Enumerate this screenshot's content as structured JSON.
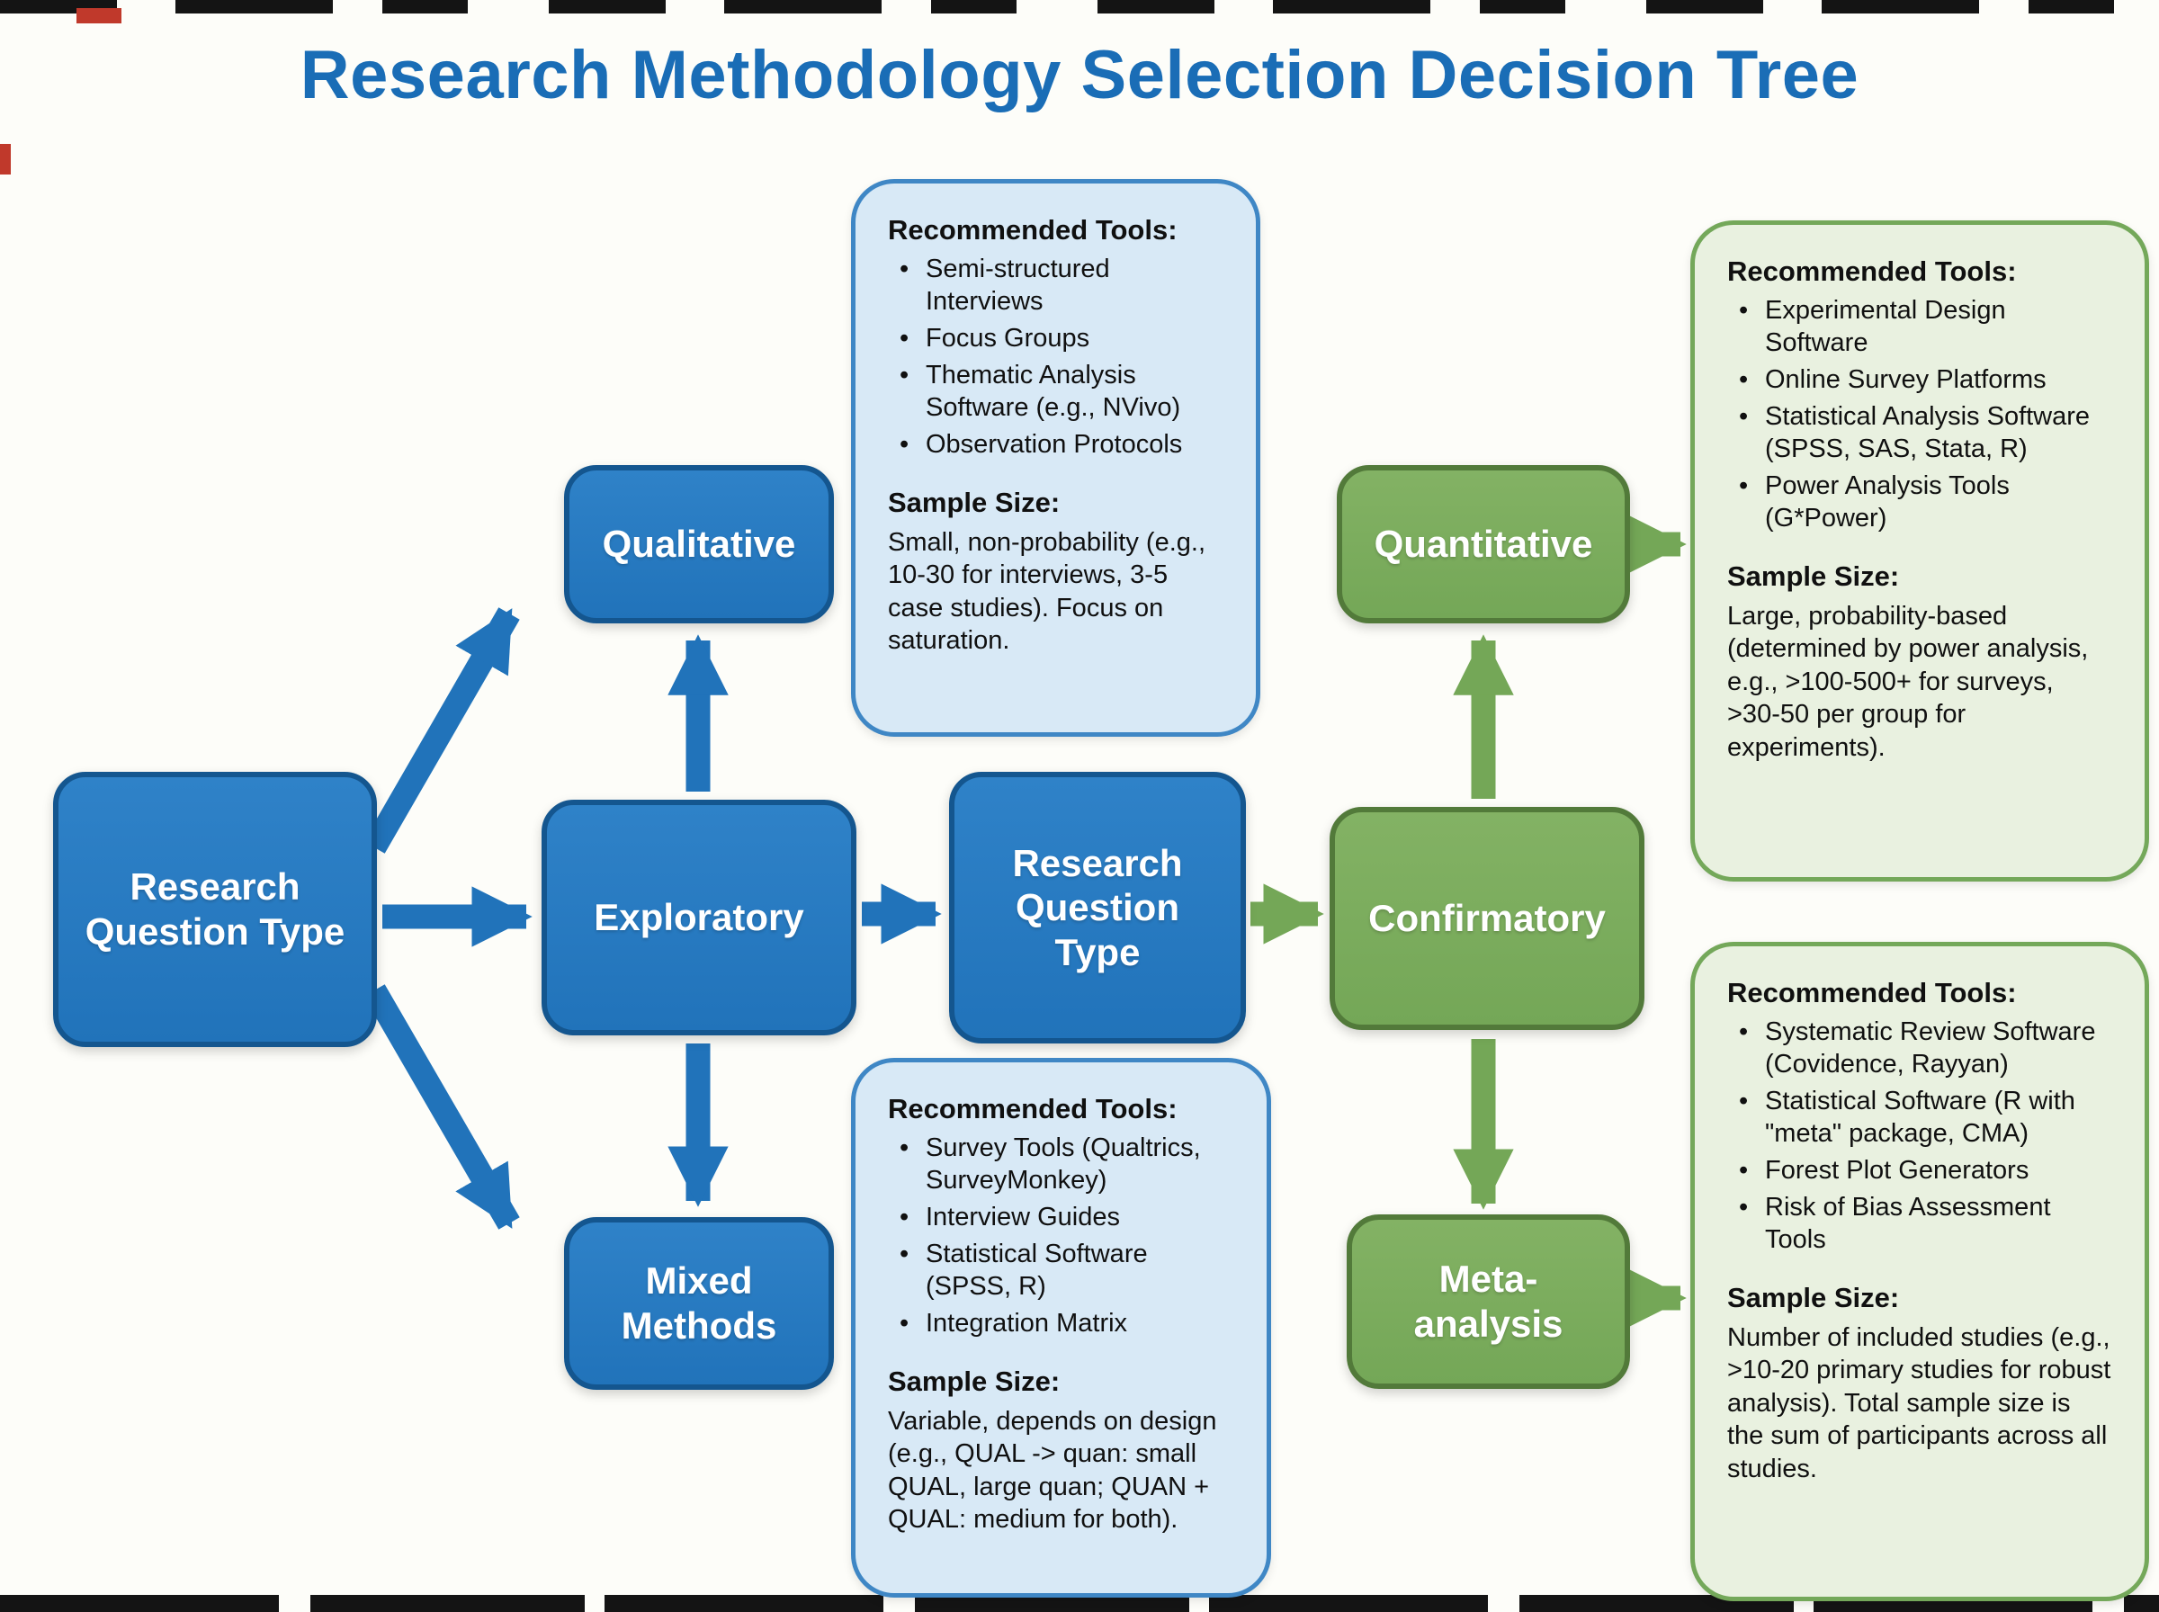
{
  "title": "Research Methodology Selection Decision Tree",
  "nodes": {
    "root": {
      "label": "Research Question Type"
    },
    "qualitative": {
      "label": "Qualitative"
    },
    "exploratory": {
      "label": "Exploratory"
    },
    "mixed_methods": {
      "label": "Mixed Methods"
    },
    "question_type_2": {
      "label": "Research Question Type"
    },
    "confirmatory": {
      "label": "Confirmatory"
    },
    "quantitative": {
      "label": "Quantitative"
    },
    "meta_analysis": {
      "label": "Meta-analysis"
    }
  },
  "info_boxes": {
    "qualitative": {
      "tools_heading": "Recommended Tools:",
      "tools": [
        "Semi-structured Interviews",
        "Focus Groups",
        "Thematic Analysis Software (e.g., NVivo)",
        "Observation Protocols"
      ],
      "sample_heading": "Sample Size:",
      "sample_text": "Small, non-probability (e.g., 10-30 for interviews, 3-5 case studies). Focus on saturation."
    },
    "mixed_methods": {
      "tools_heading": "Recommended Tools:",
      "tools": [
        "Survey Tools (Qualtrics, SurveyMonkey)",
        "Interview Guides",
        "Statistical Software (SPSS, R)",
        "Integration Matrix"
      ],
      "sample_heading": "Sample Size:",
      "sample_text": "Variable, depends on design (e.g., QUAL -> quan: small QUAL, large quan; QUAN + QUAL: medium for both)."
    },
    "quantitative": {
      "tools_heading": "Recommended Tools:",
      "tools": [
        "Experimental Design Software",
        "Online Survey Platforms",
        "Statistical Analysis Software (SPSS, SAS, Stata, R)",
        "Power Analysis Tools (G*Power)"
      ],
      "sample_heading": "Sample Size:",
      "sample_text": "Large, probability-based (determined by power analysis, e.g., >100-500+ for surveys, >30-50 per group for experiments)."
    },
    "meta_analysis": {
      "tools_heading": "Recommended Tools:",
      "tools": [
        "Systematic Review Software (Covidence, Rayyan)",
        "Statistical Software (R with \"meta\" package, CMA)",
        "Forest Plot Generators",
        "Risk of Bias Assessment Tools"
      ],
      "sample_heading": "Sample Size:",
      "sample_text": "Number of included studies (e.g., >10-20 primary studies for robust analysis). Total sample size is the sum of participants across all studies."
    }
  },
  "colors": {
    "title-blue": "#1a6db6",
    "node-blue": "#2173ba",
    "node-blue-light": "#2f82c8",
    "node-blue-border": "#14568f",
    "node-green": "#74a757",
    "node-green-light": "#83b264",
    "node-green-border": "#527a3a",
    "info-blue-bg": "#d8e9f6",
    "info-blue-border": "#3f87c5",
    "info-green-bg": "#e9f1e0",
    "info-green-border": "#74a85a"
  }
}
